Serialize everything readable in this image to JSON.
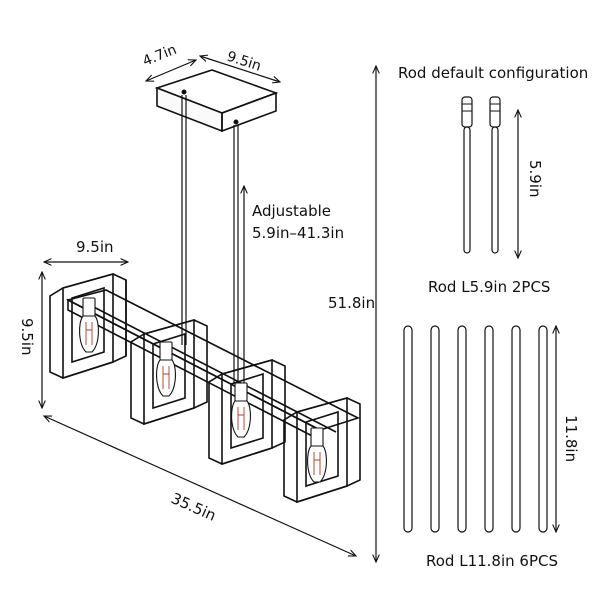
{
  "dimensions": {
    "canopy_depth": "4.7in",
    "canopy_width": "9.5in",
    "adjustable_label": "Adjustable",
    "adjustable_range": "5.9in–41.3in",
    "frame_width": "9.5in",
    "frame_height": "9.5in",
    "total_height": "51.8in",
    "total_length": "35.5in"
  },
  "rod_panel": {
    "title": "Rod default configuration",
    "short_rod_length": "5.9in",
    "short_rod_caption": "Rod L5.9in 2PCS",
    "long_rod_length": "11.8in",
    "long_rod_caption": "Rod L11.8in 6PCS"
  },
  "colors": {
    "line": "#111111",
    "filament": "#b33a2a",
    "background": "#ffffff"
  }
}
